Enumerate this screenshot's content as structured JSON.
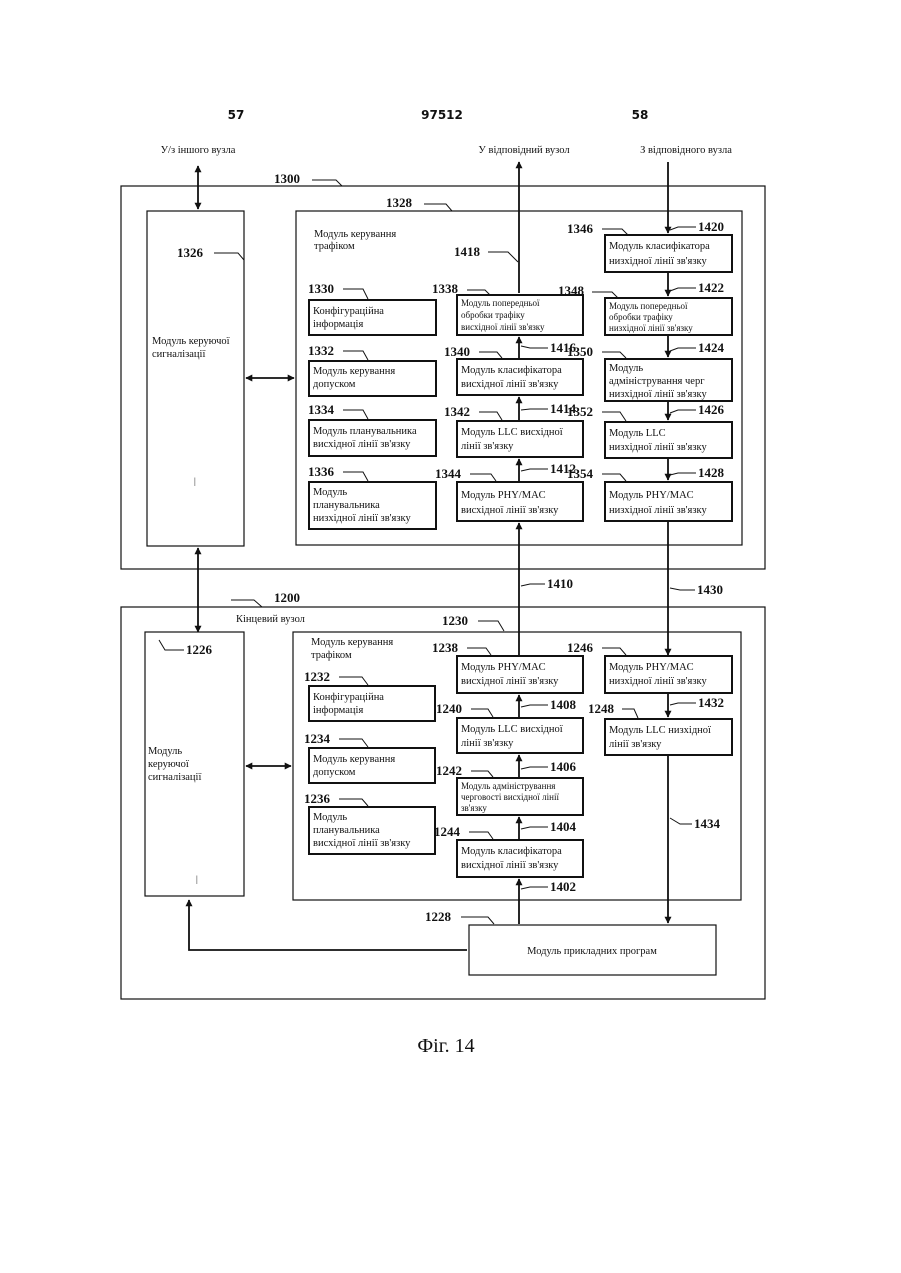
{
  "header": {
    "left": "57",
    "center": "97512",
    "right": "58"
  },
  "external": {
    "other_node": "У/з іншого вузла",
    "to_node": "У відповідний вузол",
    "from_node": "З відповідного вузла"
  },
  "refs": {
    "r1300": "1300",
    "r1328": "1328",
    "r1326": "1326",
    "r1330": "1330",
    "r1332": "1332",
    "r1334": "1334",
    "r1336": "1336",
    "r1338": "1338",
    "r1340": "1340",
    "r1342": "1342",
    "r1344": "1344",
    "r1346": "1346",
    "r1348": "1348",
    "r1350": "1350",
    "r1352": "1352",
    "r1354": "1354",
    "r1418": "1418",
    "r1416": "1416",
    "r1414": "1414",
    "r1412": "1412",
    "r1420": "1420",
    "r1422": "1422",
    "r1424": "1424",
    "r1426": "1426",
    "r1428": "1428",
    "r1410": "1410",
    "r1430": "1430",
    "r1200": "1200",
    "r1226": "1226",
    "r1230": "1230",
    "r1232": "1232",
    "r1234": "1234",
    "r1236": "1236",
    "r1238": "1238",
    "r1240": "1240",
    "r1242": "1242",
    "r1244": "1244",
    "r1246": "1246",
    "r1248": "1248",
    "r1408": "1408",
    "r1406": "1406",
    "r1404": "1404",
    "r1402": "1402",
    "r1432": "1432",
    "r1434": "1434",
    "r1228": "1228"
  },
  "upper": {
    "signaling": [
      "Модуль керуючої",
      "сигналізації"
    ],
    "traffic": [
      "Модуль керування",
      "трафіком"
    ],
    "config": [
      "Конфігураційна",
      "інформація"
    ],
    "admission": [
      "Модуль керування",
      "допуском"
    ],
    "ul_scheduler": [
      "Модуль планувальника",
      "висхідної лінії зв'язку"
    ],
    "dl_scheduler": [
      "Модуль",
      "планувальника",
      "низхідної лінії зв'язку"
    ],
    "ul_preproc": [
      "Модуль попередньої",
      "обробки трафіку",
      "висхідної лінії зв'язку"
    ],
    "ul_classifier": [
      "Модуль класифікатора",
      "висхідної лінії зв'язку"
    ],
    "ul_llc": [
      "Модуль LLC висхідної",
      "лінії зв'язку"
    ],
    "ul_phy": [
      "Модуль PHY/MAC",
      "висхідної лінії зв'язку"
    ],
    "dl_classifier": [
      "Модуль класифікатора",
      "низхідної лінії зв'язку"
    ],
    "dl_preproc": [
      "Модуль попередньої",
      "обробки трафіку",
      "низхідної лінії зв'язку"
    ],
    "dl_queue": [
      "Модуль",
      "адміністрування черг",
      "низхідної лінії зв'язку"
    ],
    "dl_llc": [
      "Модуль LLC",
      "низхідної лінії зв'язку"
    ],
    "dl_phy": [
      "Модуль PHY/MAC",
      "низхідної лінії зв'язку"
    ]
  },
  "lower": {
    "node_label": "Кінцевий вузол",
    "signaling": [
      "Модуль",
      "керуючої",
      "сигналізації"
    ],
    "traffic": [
      "Модуль керування",
      "трафіком"
    ],
    "config": [
      "Конфігураційна",
      "інформація"
    ],
    "admission": [
      "Модуль керування",
      "допуском"
    ],
    "ul_scheduler": [
      "Модуль",
      "планувальника",
      "висхідної лінії зв'язку"
    ],
    "ul_phy": [
      "Модуль PHY/MAC",
      "висхідної лінії зв'язку"
    ],
    "ul_llc": [
      "Модуль LLC висхідної",
      "лінії зв'язку"
    ],
    "ul_queue": [
      "Модуль адміністрування",
      "черговості висхідної лінії",
      "зв'язку"
    ],
    "ul_classifier": [
      "Модуль класифікатора",
      "висхідної лінії зв'язку"
    ],
    "dl_phy": [
      "Модуль PHY/MAC",
      "низхідної лінії зв'язку"
    ],
    "dl_llc": [
      "Модуль LLC низхідної",
      "лінії зв'язку"
    ],
    "apps": "Модуль прикладних програм"
  },
  "caption": "Фіг. 14"
}
